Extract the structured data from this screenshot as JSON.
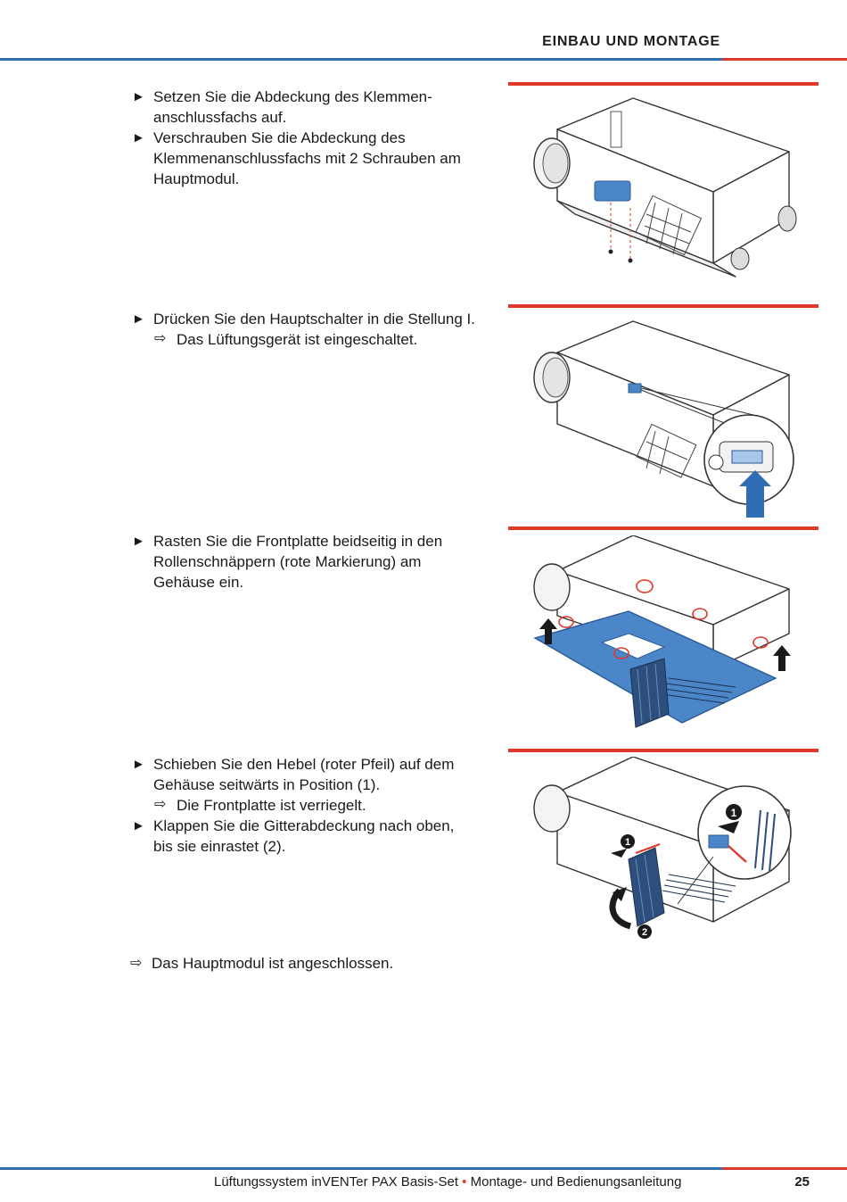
{
  "header": {
    "title": "EINBAU UND MONTAGE"
  },
  "sections": [
    {
      "lines": [
        {
          "marker": "►",
          "text": "Setzen Sie die Abdeckung des Klemmen-"
        },
        {
          "marker": "",
          "text": "anschlussfachs auf."
        },
        {
          "marker": "►",
          "text": "Verschrauben Sie die Abdeckung des"
        },
        {
          "marker": "",
          "text": "Klemmenanschlussfachs mit 2 Schrauben am"
        },
        {
          "marker": "",
          "text": "Hauptmodul."
        }
      ]
    },
    {
      "lines": [
        {
          "marker": "►",
          "text": "Drücken Sie den Hauptschalter in die Stellung I."
        }
      ],
      "result": "Das Lüftungsgerät ist eingeschaltet."
    },
    {
      "lines": [
        {
          "marker": "►",
          "text": "Rasten Sie die Frontplatte beidseitig in den"
        },
        {
          "marker": "",
          "text": "Rollenschnäppern (rote Markierung) am"
        },
        {
          "marker": "",
          "text": "Gehäuse ein."
        }
      ]
    },
    {
      "lines": [
        {
          "marker": "►",
          "text": "Schieben Sie den Hebel (roter Pfeil) auf dem"
        },
        {
          "marker": "",
          "text": "Gehäuse seitwärts in Position (1)."
        }
      ],
      "result": "Die Frontplatte ist verriegelt.",
      "lines2": [
        {
          "marker": "►",
          "text": "Klappen Sie die Gitterabdeckung nach oben,"
        },
        {
          "marker": "",
          "text": "bis sie einrastet (2)."
        }
      ]
    }
  ],
  "final_result": "Das Hauptmodul ist angeschlossen.",
  "result_marker": "⇨",
  "callouts": {
    "one": "1",
    "two": "2"
  },
  "footer": {
    "brand": "Lüftungssystem inVENTer PAX Basis-Set",
    "separator": "•",
    "manual": "Montage- und Bedienungsanleitung",
    "page": "25"
  },
  "colors": {
    "blue_rule": "#2f6db5",
    "red_rule": "#e0392b",
    "part_blue": "#4a86c8"
  }
}
